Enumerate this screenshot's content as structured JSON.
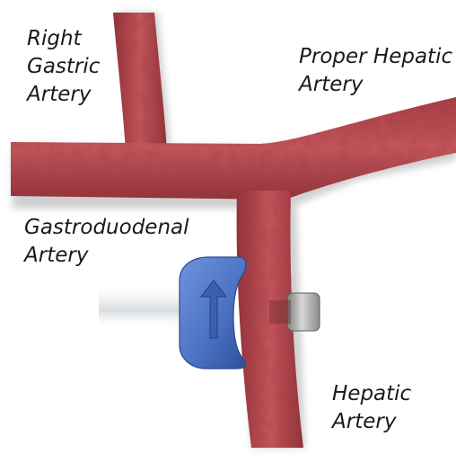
{
  "labels": {
    "right_gastric": "Right\nGastric\nArtery",
    "proper_hepatic": "Proper Hepatic\nArtery",
    "gastroduodenal": "Gastroduodenal\nArtery",
    "hepatic": "Hepatic\nArtery"
  },
  "colors": {
    "artery": "#b8474c",
    "artery_dark": "#7e2a30",
    "probe_blue": "#4f76c6",
    "clip_gray": "#9a9a9a"
  },
  "icons": {
    "probe_arrow": "arrow-up-icon"
  }
}
